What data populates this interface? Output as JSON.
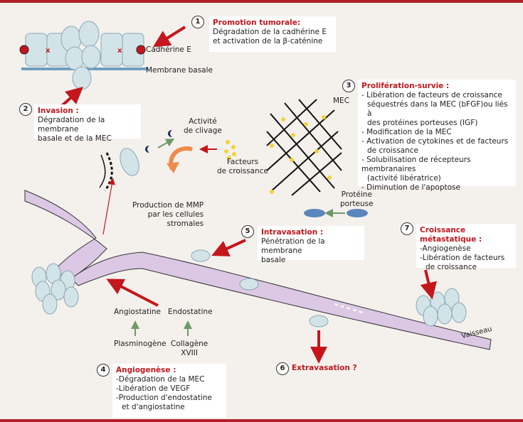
{
  "step1": {
    "number": "1",
    "title": "Promotion tumorale:",
    "lines": [
      "Dégradation de la cadhérine E",
      "et activation de la β-caténine"
    ]
  },
  "step2": {
    "number": "2",
    "title": "Invasion :",
    "lines": [
      "Dégradation de la membrane",
      "basale et de la MEC"
    ]
  },
  "step3": {
    "number": "3",
    "title": "Prolifération-survie :",
    "lines": [
      "- Libération de facteurs de croissance",
      "  séquestrés dans la MEC (bFGF)ou liés à",
      "  des protéines porteuses (IGF)",
      "- Modification de la MEC",
      "- Activation de cytokines et de facteurs",
      "  de croissance",
      "- Solubilisation de récepteurs membranaires",
      "  (activité libératrice)",
      "- Diminution de l'apoptose"
    ]
  },
  "step4": {
    "number": "4",
    "title": "Angiogenèse :",
    "lines": [
      "-Dégradation de la MEC",
      "-Libération de VEGF",
      "-Production d'endostatine",
      "  et d'angiostatine"
    ]
  },
  "step5": {
    "number": "5",
    "title": "Intravasation :",
    "lines": [
      "Pénétration de la membrane",
      "basale"
    ]
  },
  "step6": {
    "number": "6",
    "title": "Extravasation ?"
  },
  "step7": {
    "number": "7",
    "title": "Croissance métastatique :",
    "lines": [
      "-Angiogenèse",
      "-Libération de facteurs",
      "  de croissance"
    ]
  },
  "labels": {
    "cadherine": "Cadhérine E",
    "membrane": "Membrane basale",
    "activite": [
      "Activité",
      "de clivage"
    ],
    "facteurs": [
      "Facteurs",
      "de croissance"
    ],
    "mec": "MEC",
    "proteine": [
      "Protéine",
      "porteuse"
    ],
    "mmp": [
      "Production de MMP",
      "par les cellules",
      "stromales"
    ],
    "angiostatine": "Angiostatine",
    "endostatine": "Endostatine",
    "plasminogene": "Plasminogène",
    "collagene": [
      "Collagène",
      "XVIII"
    ],
    "vaisseau": "Vaisseau"
  },
  "colors": {
    "accent": "#c4161c",
    "vessel": "#dcc8e4",
    "cell": "#d3e4e8",
    "membrane": "#6f9fbf",
    "yellow": "#f3d23a",
    "green": "#6f9a66",
    "orange": "#f08a4b",
    "navy": "#1e2a66",
    "protein": "#5a86bc"
  }
}
